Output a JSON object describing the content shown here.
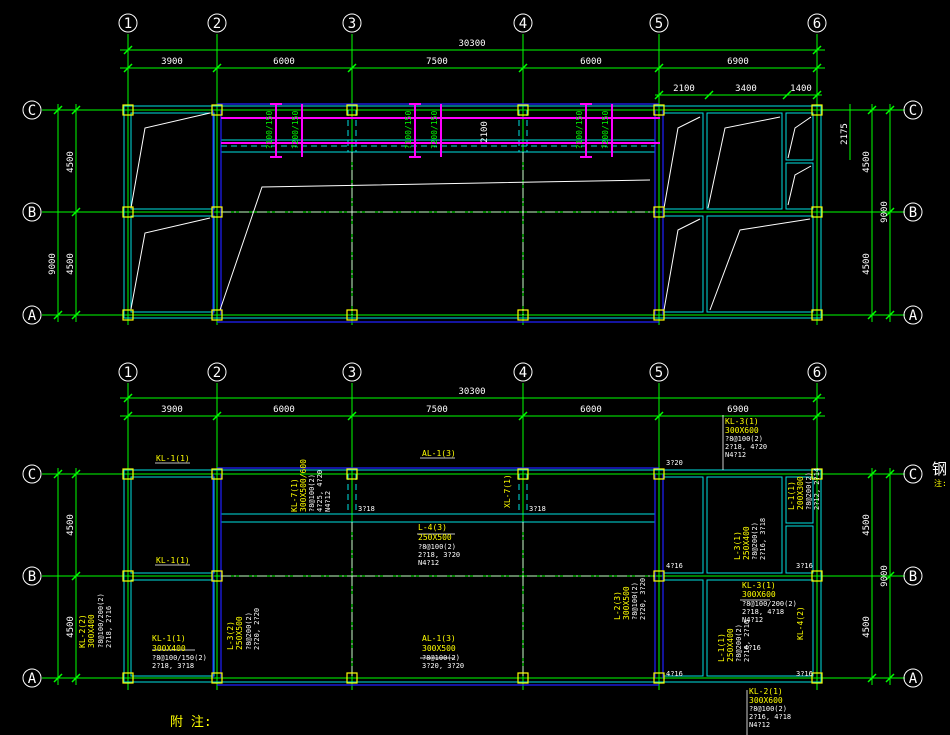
{
  "colors": {
    "bg": "#000000",
    "grid": "#00ff00",
    "beam": "#00e0e0",
    "blue": "#2020ff",
    "magenta": "#ff00ff",
    "column": "#ffff00",
    "label": "#ffff00",
    "text": "#ffffff"
  },
  "axes": {
    "columns": [
      "1",
      "2",
      "3",
      "4",
      "5",
      "6"
    ],
    "rows": [
      "C",
      "B",
      "A"
    ]
  },
  "plan_top": {
    "overall": "30300",
    "spans": [
      "3900",
      "6000",
      "7500",
      "6000",
      "6900"
    ],
    "sub_spans": [
      "2100",
      "3400",
      "1400"
    ],
    "left_total": "9000",
    "left_spans": [
      "4500",
      "4500"
    ],
    "right_total": "9000",
    "right_spans": [
      "4500",
      "4500"
    ],
    "right_small": "2175",
    "center_dim": "2100",
    "rebar_labels": [
      "?100/150",
      "?200/150",
      "?100/150",
      "?200/150",
      "?100/150",
      "?200/150"
    ]
  },
  "plan_bottom": {
    "overall": "30300",
    "spans": [
      "3900",
      "6000",
      "7500",
      "6000",
      "6900"
    ],
    "left_total": "9000",
    "left_spans": [
      "4500",
      "4500"
    ],
    "right_total": "9000",
    "right_spans": [
      "4500",
      "4500"
    ],
    "beams": {
      "kl1_c": "KL-1(1)",
      "kl1_b": "KL-1(1)",
      "kl1_a": [
        "KL-1(1)",
        "300X400",
        "?8@100/150(2)",
        "2?18, 3?18"
      ],
      "al1_c": "AL-1(3)",
      "al1_a": [
        "AL-1(3)",
        "300X500",
        "?8@100(2)",
        "3?20, 3?20"
      ],
      "l4": [
        "L-4(3)",
        "250X500",
        "?8@100(2)",
        "2?18, 3?20",
        "N4?12"
      ],
      "kl2_left": [
        "KL-2(2)",
        "300X400",
        "?8@100/200(2)",
        "2?18, 2?16"
      ],
      "l3_left": [
        "L-3(2)",
        "250X500",
        "?8@200(2)",
        "2?20, 2?20"
      ],
      "kl7_top": [
        "KL-7(1)",
        "300X500/600",
        "?8@100(2)",
        "4?25, 4?20",
        "N4?12"
      ],
      "xl7": "XL-7(1)",
      "kl3_top": [
        "KL-3(1)",
        "300X600",
        "?8@100(2)",
        "2?18, 4?20",
        "N4?12"
      ],
      "l3_right": [
        "L-3(1)",
        "250X400",
        "?8@200(2)",
        "2?16, 3?18"
      ],
      "l1_right": [
        "L-1(1)",
        "200X300",
        "?8@200(2)",
        "2?12, 2?14"
      ],
      "l2": [
        "L-2(3)",
        "300X500",
        "?8@100(2)",
        "2?20, 3?20"
      ],
      "kl3_mid": [
        "KL-3(1)",
        "300X600",
        "?8@100/200(2)",
        "2?18, 4?18",
        "N4?12"
      ],
      "l1_low": [
        "L-1(1)",
        "250X400",
        "?8@200(2)",
        "2?16, 2?16"
      ],
      "kl4": "KL-4(2)",
      "kl2_bottom": [
        "KL-2(1)",
        "300X600",
        "?8@100(2)",
        "2?16, 4?18",
        "N4?12"
      ]
    },
    "rebar_small": [
      "3?20",
      "3?18",
      "3?18",
      "4?16",
      "4?16",
      "4?16",
      "3?16",
      "3?16"
    ],
    "note": "附 注:",
    "right_edge": [
      "钢",
      "注:"
    ]
  }
}
